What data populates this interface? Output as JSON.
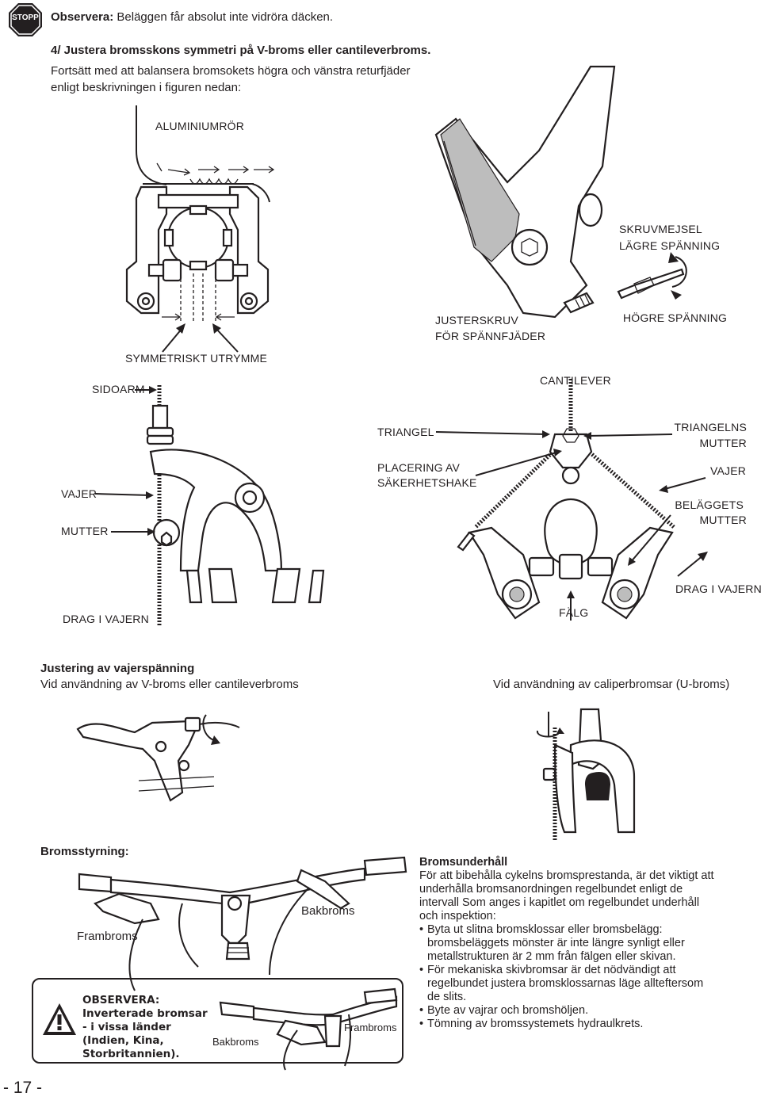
{
  "header": {
    "stop_sign_label": "STOPP",
    "warning_prefix": "Observera:",
    "warning_text": " Beläggen får absolut inte vidröra däcken."
  },
  "section4": {
    "title": "4/ Justera bromsskons symmetri på V-broms eller cantileverbroms.",
    "body_line1": "Fortsätt med att balansera bromsokets högra och vänstra returfjäder",
    "body_line2": "enligt beskrivningen i figuren nedan:"
  },
  "figure_labels": {
    "aluminiumror": "ALUMINIUMRÖR",
    "skruvmejsel": "SKRUVMEJSEL",
    "lagre_spanning": "LÄGRE SPÄNNING",
    "hogre_spanning": "HÖGRE SPÄNNING",
    "justerskruv": "JUSTERSKRUV",
    "for_spannfjader": "FÖR SPÄNNFJÄDER",
    "symmetriskt_utrymme": "SYMMETRISKT UTRYMME",
    "sidoarm": "SIDOARM",
    "cantilever": "CANTILEVER",
    "triangel": "TRIANGEL",
    "triangelns": "TRIANGELNS",
    "triangelns_mutter": "MUTTER",
    "placering_av": "PLACERING AV",
    "sakerhetshake": "SÄKERHETSHAKE",
    "vajer_left": "VAJER",
    "vajer_right": "VAJER",
    "mutter_left": "MUTTER",
    "belaggets": "BELÄGGETS",
    "belaggets_mutter": "MUTTER",
    "drag_i_vajern_left": "DRAG I VAJERN",
    "drag_i_vajern_right": "DRAG I VAJERN",
    "falg": "FÄLG"
  },
  "cable_tension": {
    "title": "Justering av vajerspänning",
    "left_caption": "Vid användning av V-broms eller cantileverbroms",
    "right_caption": "Vid användning av caliperbromsar (U-broms)"
  },
  "brake_control": {
    "title": "Bromsstyrning:",
    "frambroms": "Frambroms",
    "bakbroms": "Bakbroms",
    "small_bakbroms": "Bakbroms",
    "small_frambroms": "Frambroms",
    "warning_icon": "warning-triangle-icon",
    "warn_line1": "OBSERVERA:",
    "warn_line2": "Inverterade bromsar",
    "warn_line3": "- i vissa länder",
    "warn_line4": "(Indien, Kina,",
    "warn_line5": "Storbritannien)."
  },
  "maintenance": {
    "title": "Bromsunderhåll",
    "intro_lines": [
      "För att bibehålla cykelns bromsprestanda, är det viktigt att",
      "underhålla bromsanordningen regelbundet enligt de",
      "intervall Som anges i kapitlet om regelbundet underhåll",
      "och inspektion:"
    ],
    "bullets": [
      [
        "Byta ut slitna bromsklossar eller bromsbelägg:",
        "bromsbeläggets mönster är inte längre synligt eller",
        "metallstrukturen är 2 mm från fälgen eller skivan."
      ],
      [
        "För mekaniska skivbromsar är det nödvändigt att",
        "regelbundet justera bromsklossarnas läge allteftersom",
        "de slits."
      ],
      [
        "Byte av vajrar och bromshöljen."
      ],
      [
        "Tömning av bromssystemets hydraulkrets."
      ]
    ]
  },
  "page_number": "- 17 -"
}
